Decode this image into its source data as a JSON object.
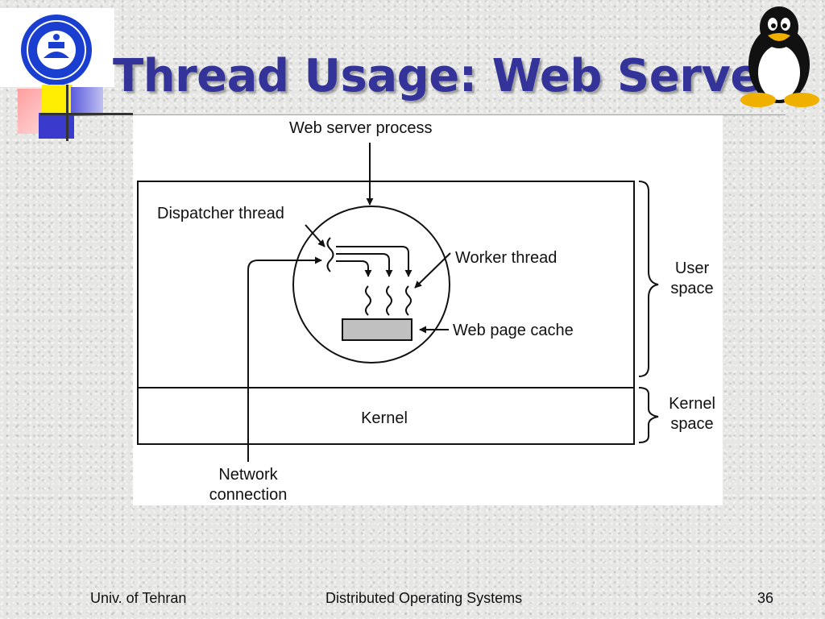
{
  "slide": {
    "title": "Thread Usage: Web Server",
    "footer_left": "Univ. of Tehran",
    "footer_center": "Distributed Operating Systems",
    "page_number": "36"
  },
  "diagram": {
    "process_label": "Web server process",
    "dispatcher_label": "Dispatcher thread",
    "worker_label": "Worker thread",
    "cache_label": "Web page cache",
    "kernel_label": "Kernel",
    "user_space_label": [
      "User",
      "space"
    ],
    "kernel_space_label": [
      "Kernel",
      "space"
    ],
    "network_label": [
      "Network",
      "connection"
    ]
  },
  "colors": {
    "title": "#33339a",
    "cache_fill": "#c0c0c0",
    "logo_blue": "#1a3fd0"
  },
  "icons": {
    "logo": "university-of-tehran-seal-icon",
    "mascot": "tux-penguin-icon"
  }
}
